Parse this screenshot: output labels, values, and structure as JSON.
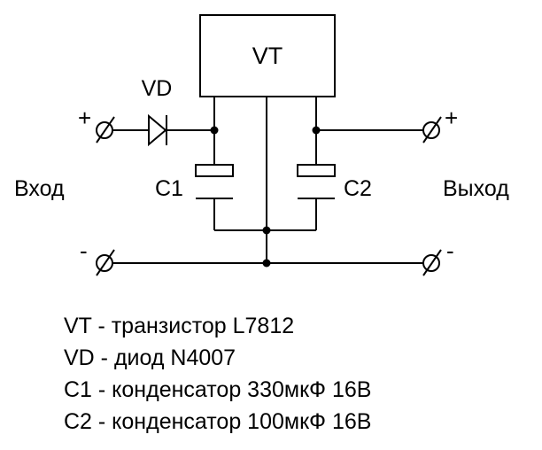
{
  "diagram": {
    "component_labels": {
      "regulator": "VT",
      "diode": "VD",
      "capacitor_in": "C1",
      "capacitor_out": "C2"
    },
    "terminals": {
      "input_label": "Вход",
      "output_label": "Выход",
      "plus_in": "+",
      "plus_out": "+",
      "minus_in": "-",
      "minus_out": "-"
    }
  },
  "legend": [
    "VT - транзистор L7812",
    "VD - диод N4007",
    "C1 - конденсатор 330мкФ 16В",
    "C2 - конденсатор 100мкФ 16В"
  ]
}
